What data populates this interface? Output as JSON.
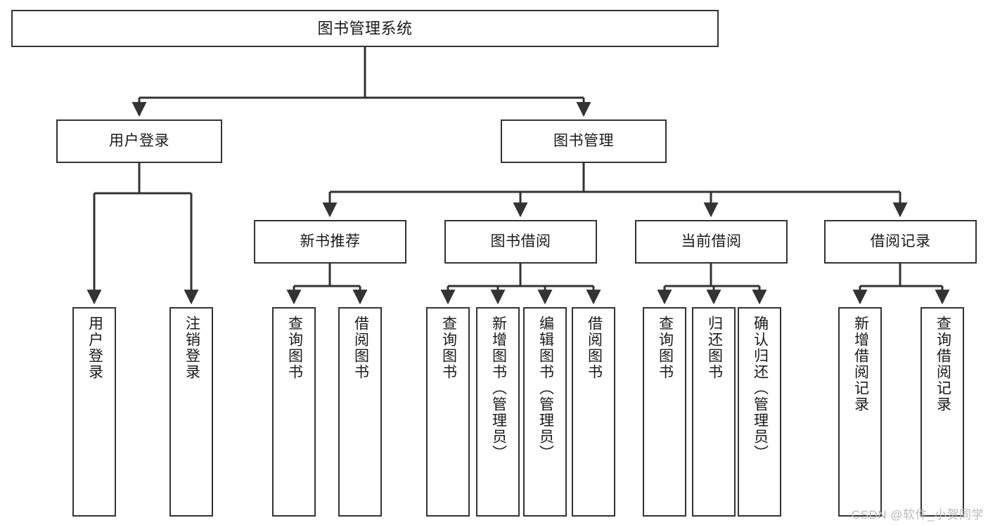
{
  "diagram": {
    "type": "tree-hierarchy",
    "title": "图书管理系统",
    "watermark": "CSDN @软件_小贺同学",
    "colors": {
      "box_border": "#333333",
      "box_fill": "#ffffff",
      "edge": "#333333",
      "text": "#1a1a1a",
      "watermark": "#b9b9b9",
      "background": "#ffffff"
    },
    "nodes": {
      "root": {
        "label": "图书管理系统",
        "level": 1
      },
      "l2": [
        {
          "id": "user-login",
          "label": "用户登录"
        },
        {
          "id": "book-manage",
          "label": "图书管理"
        }
      ],
      "l3": [
        {
          "id": "new-book-rec",
          "label": "新书推荐",
          "parent": "book-manage"
        },
        {
          "id": "book-borrow",
          "label": "图书借阅",
          "parent": "book-manage"
        },
        {
          "id": "current-borrow",
          "label": "当前借阅",
          "parent": "book-manage"
        },
        {
          "id": "borrow-record",
          "label": "借阅记录",
          "parent": "book-manage"
        }
      ],
      "leaves": [
        {
          "id": "leaf-user-login",
          "label": "用户登录",
          "parent": "user-login"
        },
        {
          "id": "leaf-user-logout",
          "label": "注销登录",
          "parent": "user-login"
        },
        {
          "id": "leaf-query-book-1",
          "label": "查询图书",
          "parent": "new-book-rec"
        },
        {
          "id": "leaf-borrow-book-1",
          "label": "借阅图书",
          "parent": "new-book-rec"
        },
        {
          "id": "leaf-query-book-2",
          "label": "查询图书",
          "parent": "book-borrow"
        },
        {
          "id": "leaf-add-book",
          "label": "新增图书（管理员）",
          "parent": "book-borrow"
        },
        {
          "id": "leaf-edit-book",
          "label": "编辑图书（管理员）",
          "parent": "book-borrow"
        },
        {
          "id": "leaf-borrow-book-2",
          "label": "借阅图书",
          "parent": "book-borrow"
        },
        {
          "id": "leaf-query-book-3",
          "label": "查询图书",
          "parent": "current-borrow"
        },
        {
          "id": "leaf-return-book",
          "label": "归还图书",
          "parent": "current-borrow"
        },
        {
          "id": "leaf-confirm-return",
          "label": "确认归还（管理员）",
          "parent": "current-borrow"
        },
        {
          "id": "leaf-add-record",
          "label": "新增借阅记录",
          "parent": "borrow-record"
        },
        {
          "id": "leaf-query-record",
          "label": "查询借阅记录",
          "parent": "borrow-record"
        }
      ]
    }
  }
}
